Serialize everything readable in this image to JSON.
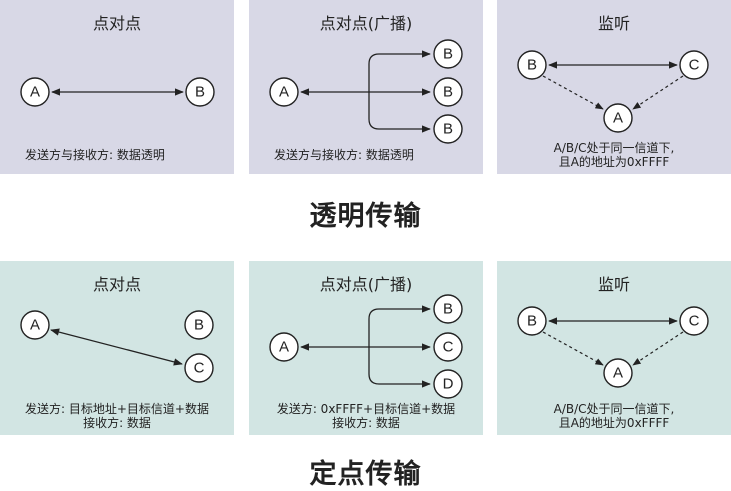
{
  "colors": {
    "top_panel_bg": "#d8d8e6",
    "bottom_panel_bg": "#d2e5e3",
    "ink": "#222222"
  },
  "transparent": {
    "section_title": "透明传输",
    "p2p": {
      "title": "点对点",
      "nodes": [
        "A",
        "B"
      ],
      "caption": "发送方与接收方: 数据透明"
    },
    "broadcast": {
      "title": "点对点(广播)",
      "nodes": [
        "A",
        "B",
        "B",
        "B"
      ],
      "caption": "发送方与接收方: 数据透明"
    },
    "monitor": {
      "title": "监听",
      "nodes": [
        "B",
        "C",
        "A"
      ],
      "caption_line1": "A/B/C处于同一信道下,",
      "caption_line2": "且A的地址为0xFFFF"
    }
  },
  "fixed": {
    "section_title": "定点传输",
    "p2p": {
      "title": "点对点",
      "nodes": [
        "A",
        "B",
        "C"
      ],
      "caption_line1": "发送方: 目标地址+目标信道+数据",
      "caption_line2": "接收方: 数据"
    },
    "broadcast": {
      "title": "点对点(广播)",
      "nodes": [
        "A",
        "B",
        "C",
        "D"
      ],
      "caption_line1": "发送方: 0xFFFF+目标信道+数据",
      "caption_line2": "接收方: 数据"
    },
    "monitor": {
      "title": "监听",
      "nodes": [
        "B",
        "C",
        "A"
      ],
      "caption_line1": "A/B/C处于同一信道下,",
      "caption_line2": "且A的地址为0xFFFF"
    }
  }
}
